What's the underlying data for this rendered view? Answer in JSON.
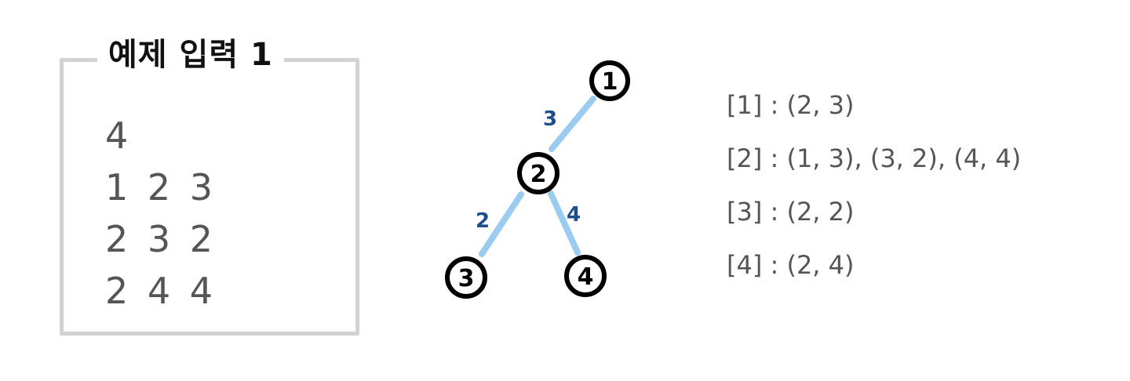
{
  "input_box": {
    "title": "예제 입력 1",
    "lines": [
      "4",
      "1 2 3",
      "2 3 2",
      "2 4 4"
    ]
  },
  "tree": {
    "nodes": [
      {
        "id": "1",
        "label": "1"
      },
      {
        "id": "2",
        "label": "2"
      },
      {
        "id": "3",
        "label": "3"
      },
      {
        "id": "4",
        "label": "4"
      }
    ],
    "edges": [
      {
        "from": "1",
        "to": "2",
        "weight": "3"
      },
      {
        "from": "2",
        "to": "3",
        "weight": "2"
      },
      {
        "from": "2",
        "to": "4",
        "weight": "4"
      }
    ],
    "colors": {
      "node_stroke": "#000000",
      "edge": "#9ccbf0",
      "weight_text": "#1f4e8c"
    }
  },
  "adjacency": {
    "lines": [
      "[1] : (2, 3)",
      "[2] : (1, 3), (3, 2), (4, 4)",
      "[3] : (2, 2)",
      "[4] : (2, 4)"
    ]
  }
}
